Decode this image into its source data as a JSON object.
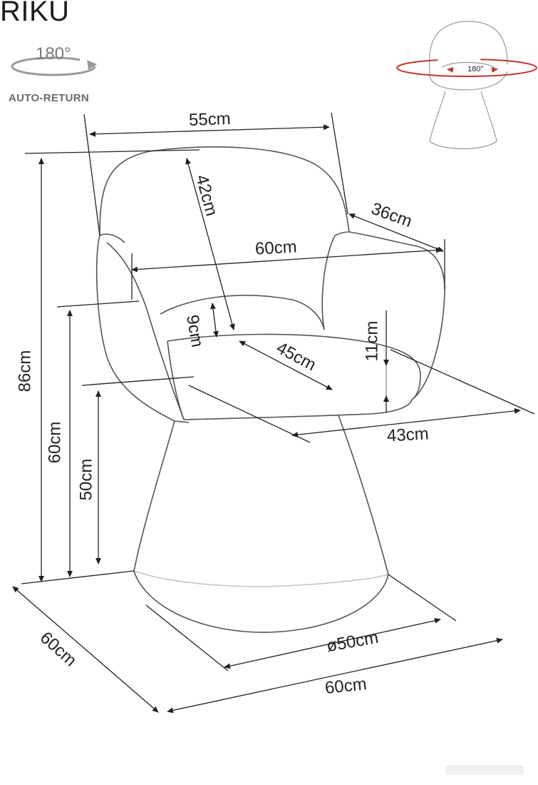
{
  "product": {
    "name": "RIKU"
  },
  "feature": {
    "rotation_label": "180°",
    "caption": "AUTO-RETURN",
    "thumb_rotation_label": "180°"
  },
  "colors": {
    "accent": "#c0392b",
    "line": "#444444",
    "text": "#222222"
  },
  "dimensions": {
    "width_top": "55cm",
    "back_height": "42cm",
    "arm_depth": "36cm",
    "width_arms": "60cm",
    "cushion": "9cm",
    "seat_depth": "45cm",
    "seat_thickness": "11cm",
    "seat_width": "43cm",
    "total_height": "86cm",
    "arm_height": "60cm",
    "seat_height": "50cm",
    "depth": "60cm",
    "base_diameter": "ø50cm",
    "width_bottom": "60cm"
  }
}
